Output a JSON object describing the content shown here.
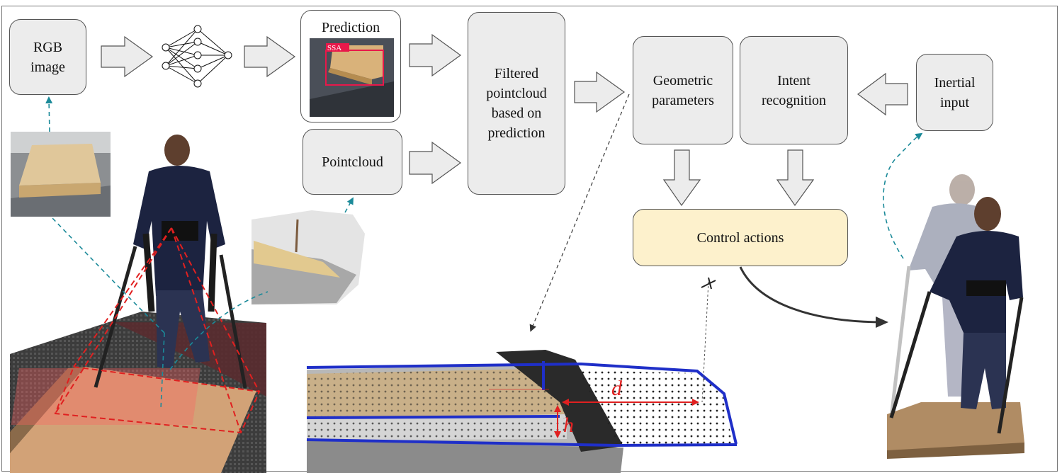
{
  "nodes": {
    "rgb_image": "RGB\nimage",
    "prediction": "Prediction",
    "prediction_tag": "SSA",
    "pointcloud": "Pointcloud",
    "filtered": "Filtered\npointcloud\nbased on\nprediction",
    "geometric": "Geometric\nparameters",
    "intent": "Intent\nrecognition",
    "inertial": "Inertial\ninput",
    "control": "Control actions"
  },
  "pointcloud_labels": {
    "distance": "d",
    "height": "h"
  },
  "colors": {
    "box_fill": "#ececec",
    "control_fill": "#fdf1cc",
    "dashed_teal": "#1b8a99",
    "red_projection": "#e02020",
    "pointcloud_outline": "#1f2fc8"
  }
}
